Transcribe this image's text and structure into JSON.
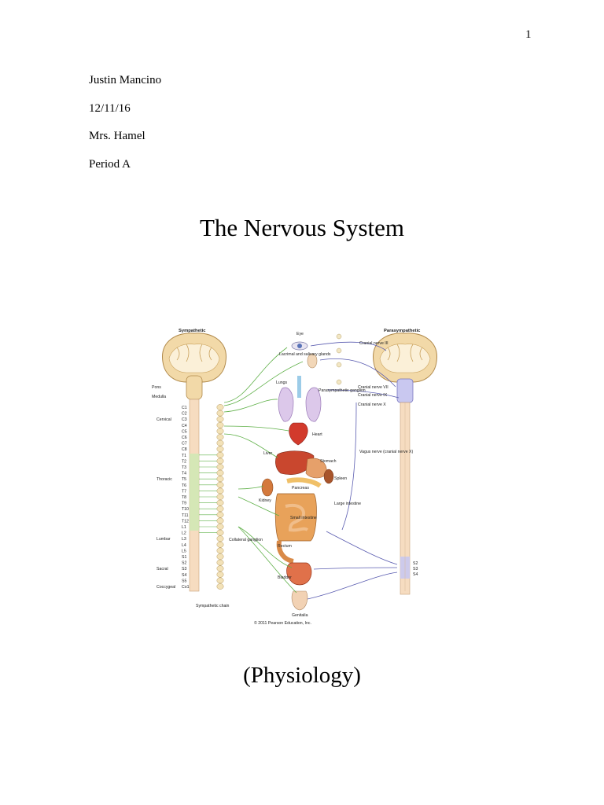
{
  "page_number": "1",
  "header": {
    "author": "Justin Mancino",
    "date": "12/11/16",
    "teacher": "Mrs. Hamel",
    "period": "Period A"
  },
  "title": "The Nervous System",
  "subtitle": "(Physiology)",
  "figure": {
    "headings": {
      "sympathetic": "Sympathetic",
      "parasympathetic": "Parasympathetic"
    },
    "spine_regions": [
      "Cervical",
      "Thoracic",
      "Lumbar",
      "Sacral",
      "Coccygeal"
    ],
    "brainstem_labels": [
      "Pons",
      "Medulla"
    ],
    "sympathetic_segments": [
      "C1",
      "C2",
      "C3",
      "C4",
      "C5",
      "C6",
      "C7",
      "C8",
      "T1",
      "T2",
      "T3",
      "T4",
      "T5",
      "T6",
      "T7",
      "T8",
      "T9",
      "T10",
      "T11",
      "T12",
      "L1",
      "L2",
      "L3",
      "L4",
      "L5",
      "S1",
      "S2",
      "S3",
      "S4",
      "S5",
      "Co1"
    ],
    "organs": [
      "Eye",
      "Lacrimal and salivary glands",
      "Lungs",
      "Heart",
      "Liver",
      "Stomach",
      "Spleen",
      "Pancreas",
      "Kidney",
      "Large intestine",
      "Small intestine",
      "Rectum",
      "Bladder",
      "Genitalia"
    ],
    "cranial_nerves": [
      "Cranial nerve III",
      "Cranial nerve VII",
      "Cranial nerve IX",
      "Cranial nerve X"
    ],
    "other_labels": [
      "Parasympathetic ganglion",
      "Vagus nerve (cranial nerve X)",
      "Collateral ganglion",
      "Sympathetic chain"
    ],
    "sacral_parasympathetic": [
      "S2",
      "S3",
      "S4"
    ],
    "copyright": "© 2011 Pearson Education, Inc."
  }
}
